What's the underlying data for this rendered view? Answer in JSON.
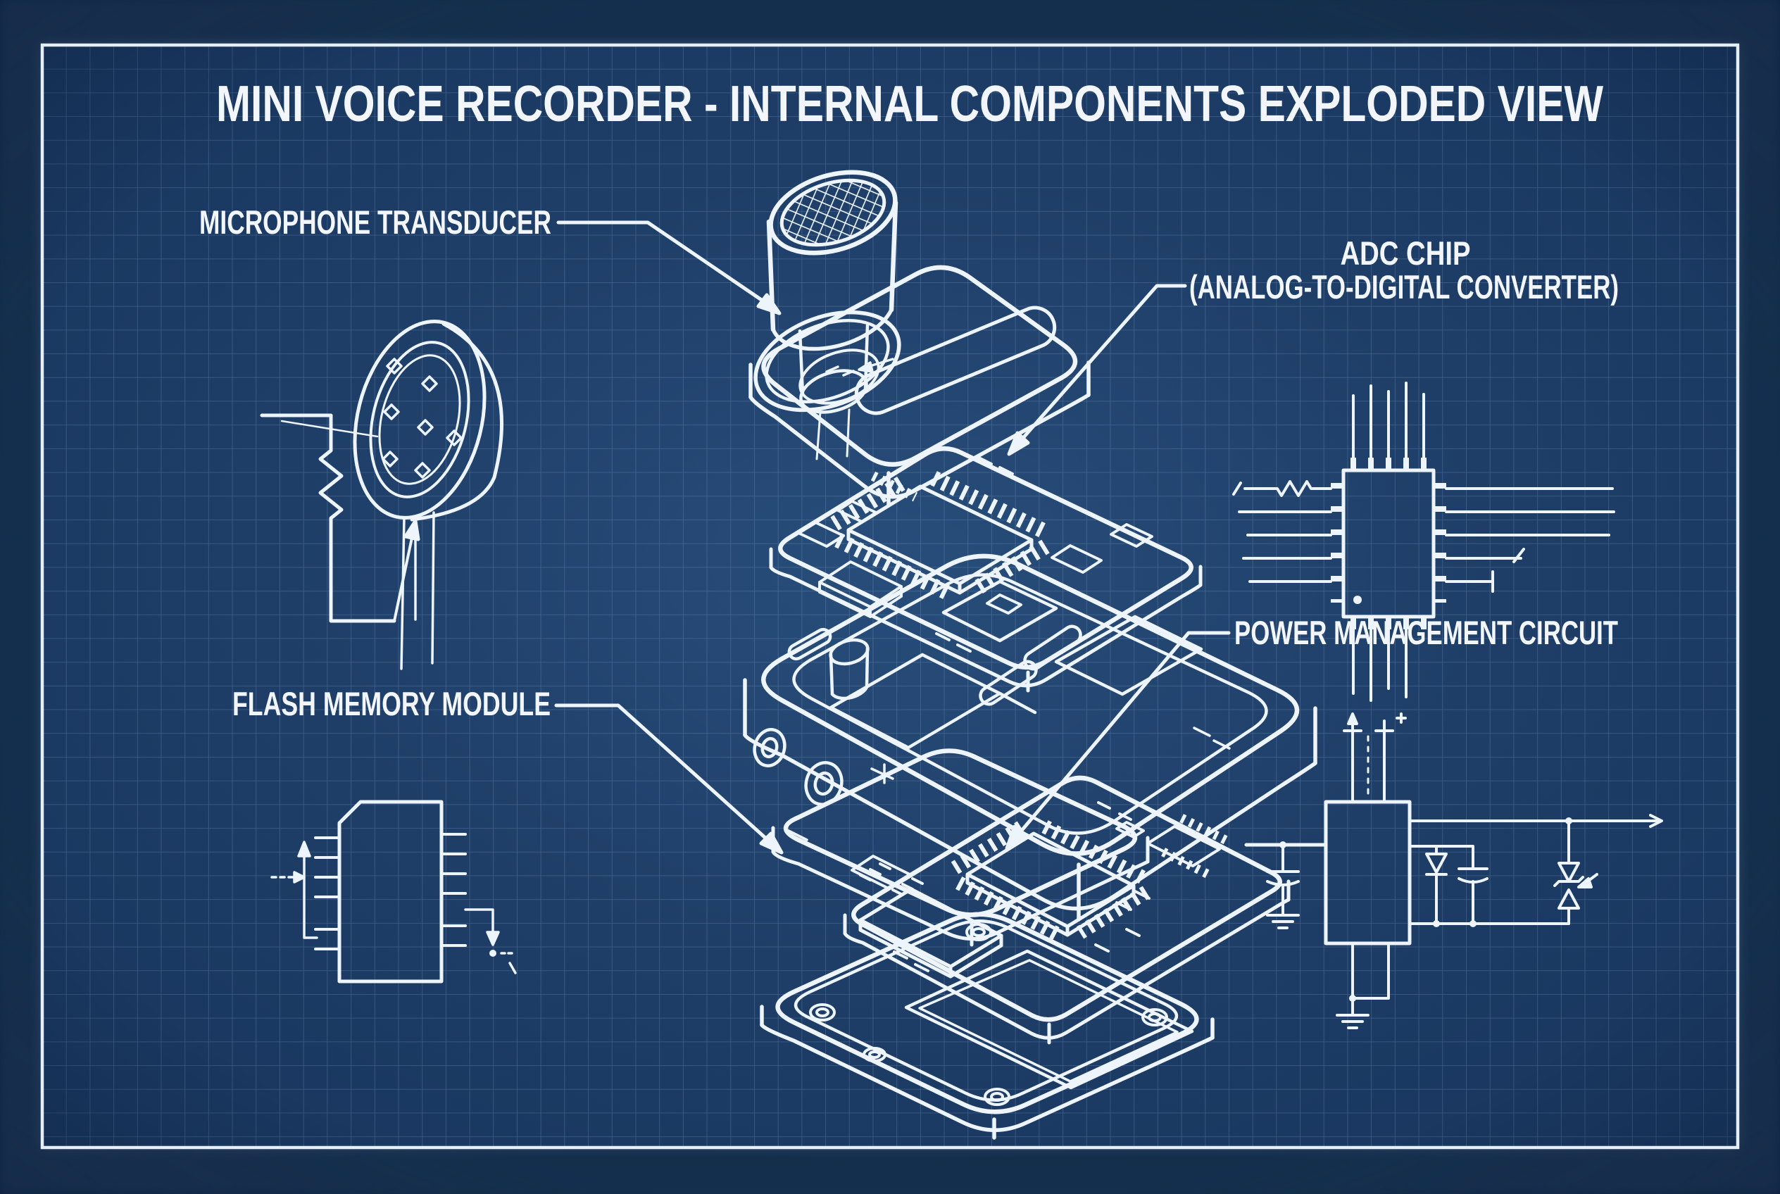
{
  "title": {
    "text": "MINI VOICE RECORDER - INTERNAL COMPONENTS EXPLODED VIEW"
  },
  "callouts": {
    "microphone": {
      "label": "MICROPHONE TRANSDUCER"
    },
    "adc": {
      "line1": "ADC CHIP",
      "line2": "(ANALOG-TO-DIGITAL CONVERTER)"
    },
    "flash": {
      "label": "FLASH MEMORY MODULE"
    },
    "power": {
      "label": "POWER MANAGEMENT CIRCUIT"
    }
  },
  "colors": {
    "background_outer": "#14304F",
    "background_inner": "#1B3A63",
    "grid_line": "#9DBEE3",
    "frame": "#E5EDF6",
    "line": "#EDF4FB",
    "text": "#F2F6FB"
  }
}
